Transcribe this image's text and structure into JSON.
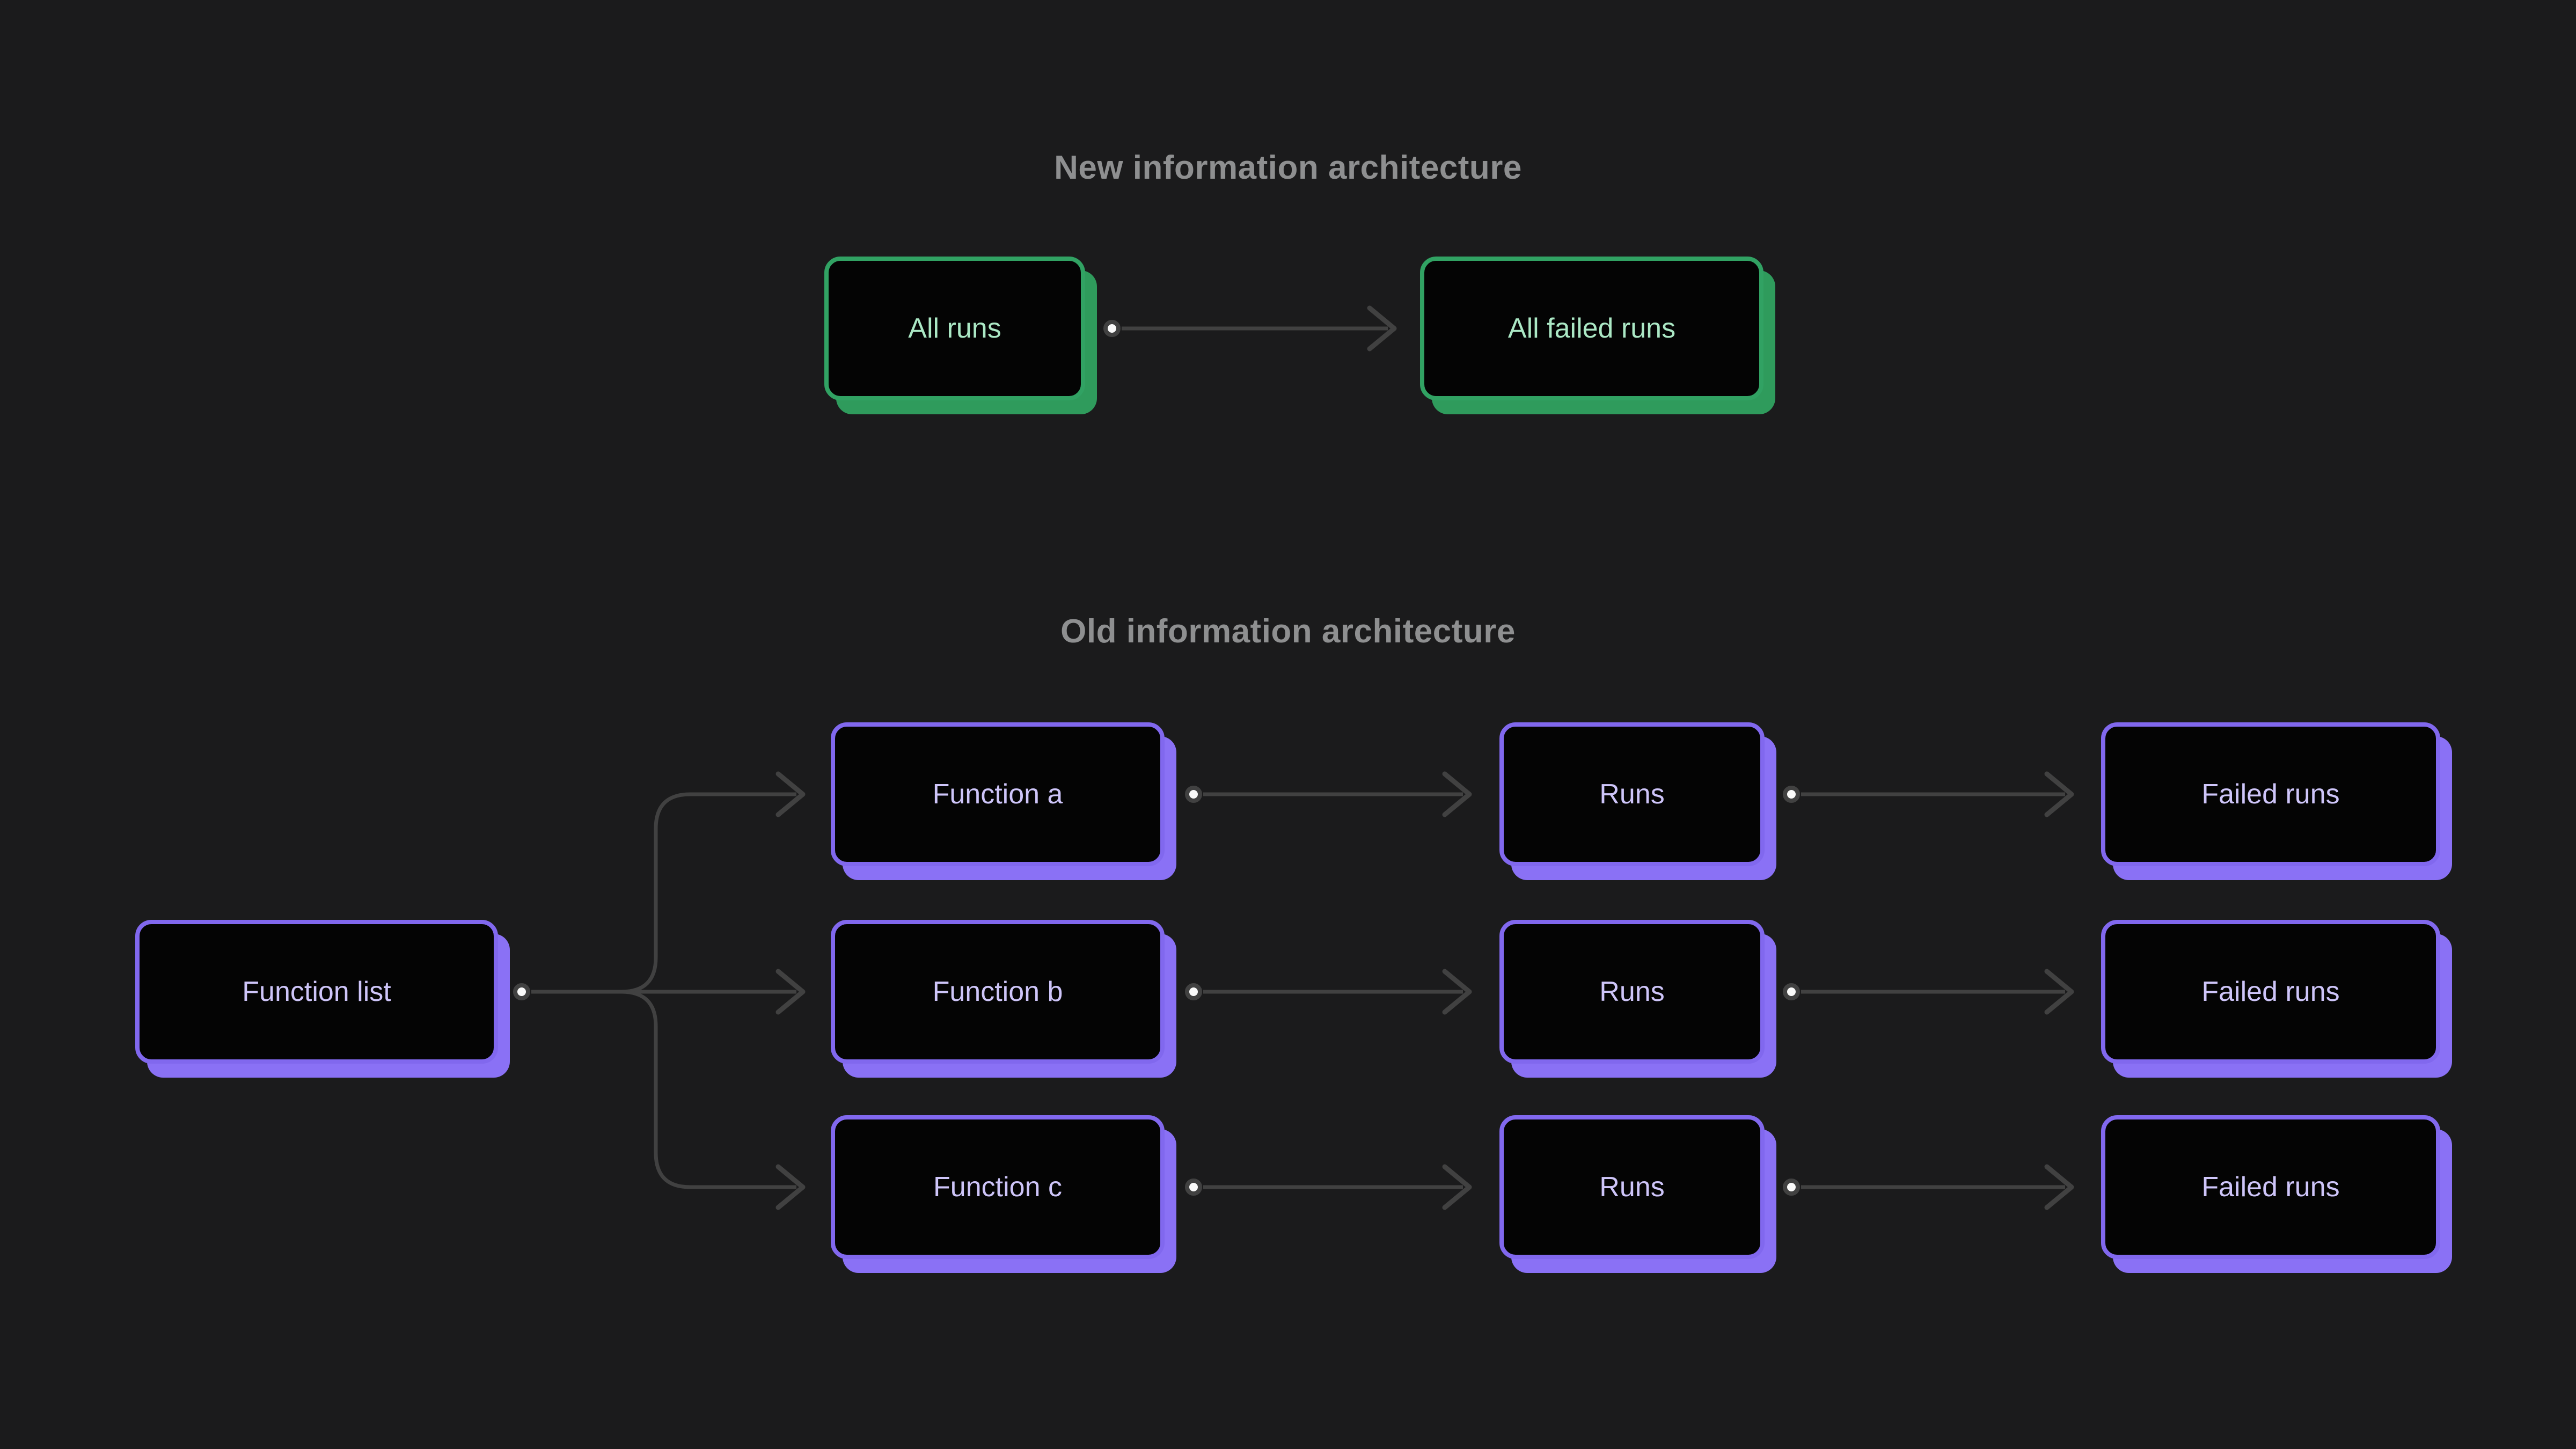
{
  "colors": {
    "background": "#1b1b1c",
    "node-fill": "#040404",
    "green-border": "#31a263",
    "green-shadow": "#2f9b5c",
    "green-text": "#abe8c5",
    "purple-border": "#8168ee",
    "purple-shadow": "#8a71f5",
    "purple-text": "#cec5f9",
    "wire": "#414141",
    "dot-fill": "#fafafa",
    "title-text": "#8e8f90"
  },
  "sections": {
    "new": {
      "title": "New information architecture",
      "nodes": {
        "all_runs": {
          "label": "All runs"
        },
        "all_failed_runs": {
          "label": "All failed runs"
        }
      },
      "edges": [
        {
          "from": "all_runs",
          "to": "all_failed_runs"
        }
      ]
    },
    "old": {
      "title": "Old information architecture",
      "nodes": {
        "function_list": {
          "label": "Function list"
        },
        "function_a": {
          "label": "Function a"
        },
        "function_b": {
          "label": "Function b"
        },
        "function_c": {
          "label": "Function c"
        },
        "runs_a": {
          "label": "Runs"
        },
        "runs_b": {
          "label": "Runs"
        },
        "runs_c": {
          "label": "Runs"
        },
        "failed_runs_a": {
          "label": "Failed runs"
        },
        "failed_runs_b": {
          "label": "Failed runs"
        },
        "failed_runs_c": {
          "label": "Failed runs"
        }
      },
      "edges": [
        {
          "from": "function_list",
          "to": "function_a"
        },
        {
          "from": "function_list",
          "to": "function_b"
        },
        {
          "from": "function_list",
          "to": "function_c"
        },
        {
          "from": "function_a",
          "to": "runs_a"
        },
        {
          "from": "function_b",
          "to": "runs_b"
        },
        {
          "from": "function_c",
          "to": "runs_c"
        },
        {
          "from": "runs_a",
          "to": "failed_runs_a"
        },
        {
          "from": "runs_b",
          "to": "failed_runs_b"
        },
        {
          "from": "runs_c",
          "to": "failed_runs_c"
        }
      ]
    }
  }
}
